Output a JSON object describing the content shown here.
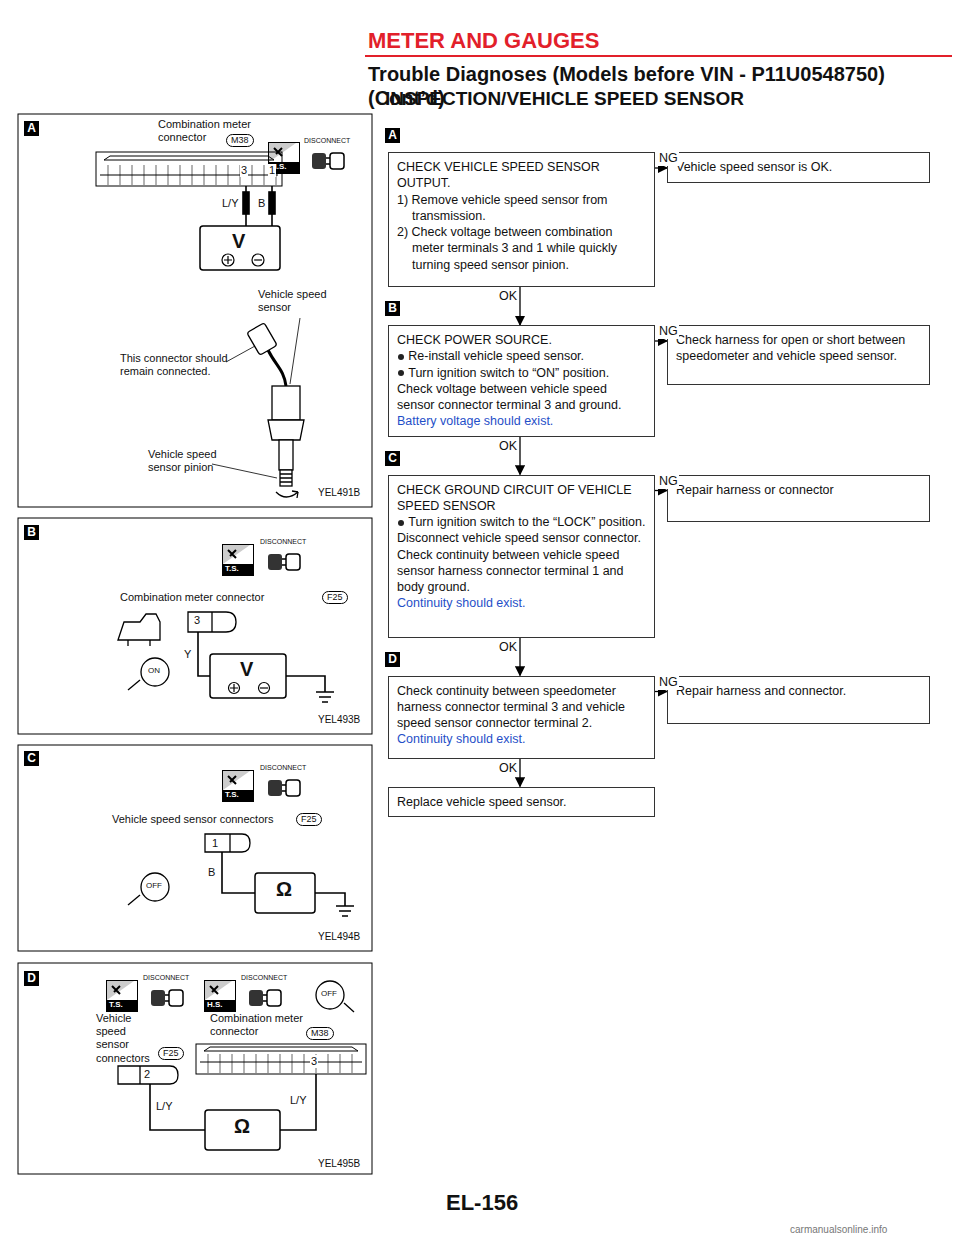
{
  "diagram": {
    "title": "INSPECTION/VEHICLE SPEED SENSOR",
    "nodes": [
      {
        "text": [
          "CHECK VEHICLE SPEED SENSOR OUTPUT.",
          "1) Remove vehicle speed sensor from transmission.",
          "2) Check voltage between combination meter terminals 3 and 1 while quickly turning speed sensor pinion."
        ]
      },
      {
        "text": [
          "Vehicle speed sensor is OK."
        ]
      },
      {
        "text": [
          "CHECK POWER SOURCE.",
          "Re-install vehicle speed sensor.",
          "Turn ignition switch to “ON” position.",
          "Check voltage between vehicle speed sensor connector terminal 3 and ground.",
          "Battery voltage should exist."
        ]
      },
      {
        "text": [
          "Check harness for open or short between speedometer and vehicle speed sensor."
        ]
      },
      {
        "text": [
          "CHECK GROUND CIRCUIT OF VEHICLE SPEED SENSOR",
          "Turn ignition switch to the “LOCK” position.",
          "Disconnect vehicle speed sensor connector. Check continuity between vehicle speed sensor harness connector terminal 1 and body ground.",
          "Continuity should exist."
        ]
      },
      {
        "text": [
          "Repair harness or connector"
        ]
      },
      {
        "text": [
          "Check continuity between speedometer harness connector terminal 3 and vehicle speed sensor connector terminal 2.",
          "Continuity should exist."
        ]
      },
      {
        "text": [
          "Repair harness and connector."
        ]
      },
      {
        "text": [
          "Replace vehicle speed sensor."
        ]
      }
    ],
    "edges": [
      {
        "from": 0,
        "to": 1,
        "label": "NG",
        "arrow": "to"
      },
      {
        "from": 0,
        "to": 2,
        "label": "OK",
        "arrow": "to"
      },
      {
        "from": 2,
        "to": 3,
        "label": "NG",
        "arrow": "to"
      },
      {
        "from": 2,
        "to": 4,
        "label": "OK",
        "arrow": "to"
      },
      {
        "from": 4,
        "to": 5,
        "label": "NG",
        "arrow": "to"
      },
      {
        "from": 4,
        "to": 6,
        "label": "OK",
        "arrow": "to"
      },
      {
        "from": 6,
        "to": 7,
        "label": "NG",
        "arrow": "to"
      },
      {
        "from": 6,
        "to": 8,
        "label": "OK",
        "arrow": "to"
      }
    ],
    "labels": [
      "METER AND GAUGES",
      "Trouble Diagnoses (Models before VIN - P11U0548750) (Cont’d)",
      "A",
      "B",
      "C",
      "D",
      "A",
      "Combination meter connector",
      "M38",
      "H.S.",
      "DISCONNECT",
      "3",
      "1",
      "L/Y",
      "B",
      "V",
      "Vehicle speed sensor",
      "This connector should remain connected.",
      "Vehicle speed sensor pinion",
      "YEL491B",
      "B",
      "T.S.",
      "DISCONNECT",
      "Combination meter connector",
      "F25",
      "3",
      "Y",
      "ON",
      "V",
      "YEL493B",
      "C",
      "T.S.",
      "DISCONNECT",
      "Vehicle speed sensor connectors",
      "F25",
      "1",
      "B",
      "OFF",
      "Ω",
      "YEL494B",
      "D",
      "T.S.",
      "DISCONNECT",
      "H.S.",
      "DISCONNECT",
      "OFF",
      "Vehicle speed sensor connectors",
      "F25",
      "Combination meter connector",
      "M38",
      "2",
      "3",
      "L/Y",
      "L/Y",
      "Ω",
      "YEL495B",
      "EL-156",
      "carmanualsonline.info"
    ]
  }
}
